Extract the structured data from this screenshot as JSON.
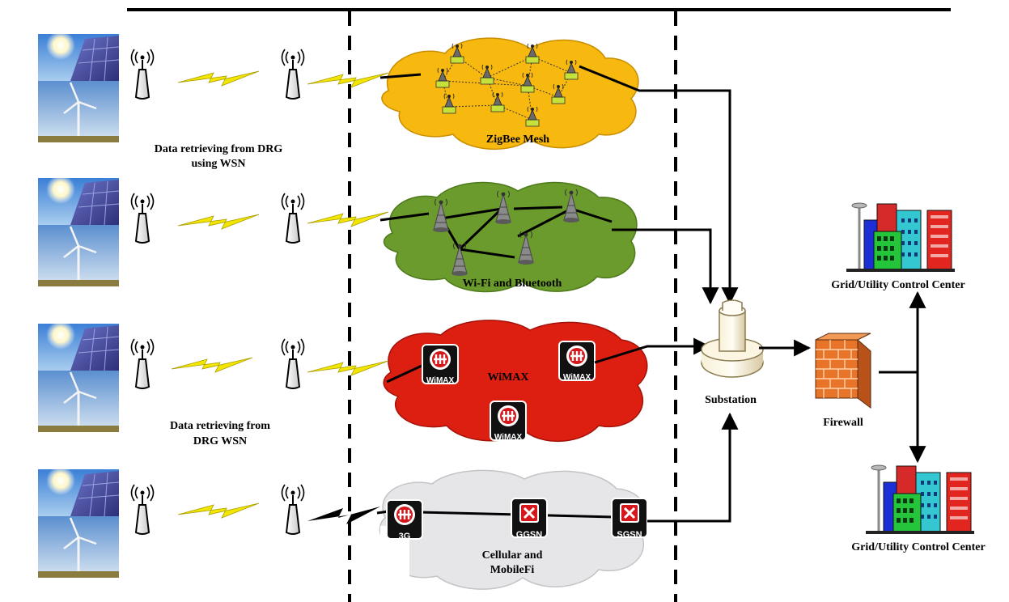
{
  "labels": {
    "drg_top_line1": "Data retrieving from DRG",
    "drg_top_line2": "using WSN",
    "drg_mid_line1": "Data retrieving from",
    "drg_mid_line2": "DRG WSN",
    "zigbee": "ZigBee Mesh",
    "wifi": "Wi-Fi and Bluetooth",
    "wimax_cloud": "WiMAX",
    "cellular_line1": "Cellular and",
    "cellular_line2": "MobileFi",
    "substation": "Substation",
    "firewall": "Firewall",
    "control_top": "Grid/Utility Control Center",
    "control_bottom": "Grid/Utility Control Center"
  },
  "badges": {
    "wimax": "WiMAX",
    "g3": "3G",
    "ggsn": "GGSN",
    "sgsn": "SGSN"
  },
  "colors": {
    "zigbee_cloud": "#f7b80f",
    "wifi_cloud": "#6b9b2c",
    "wimax_cloud": "#dd1f12",
    "cellular_cloud": "#e6e6e9",
    "lightning": "#f2e600",
    "firewall": "#e8742a"
  },
  "icons": {
    "drg": "solar-panel-wind-turbine-icon",
    "sensor": "wireless-sensor-icon",
    "substation": "substation-tower-icon",
    "firewall": "brick-firewall-icon",
    "control": "city-buildings-icon"
  }
}
